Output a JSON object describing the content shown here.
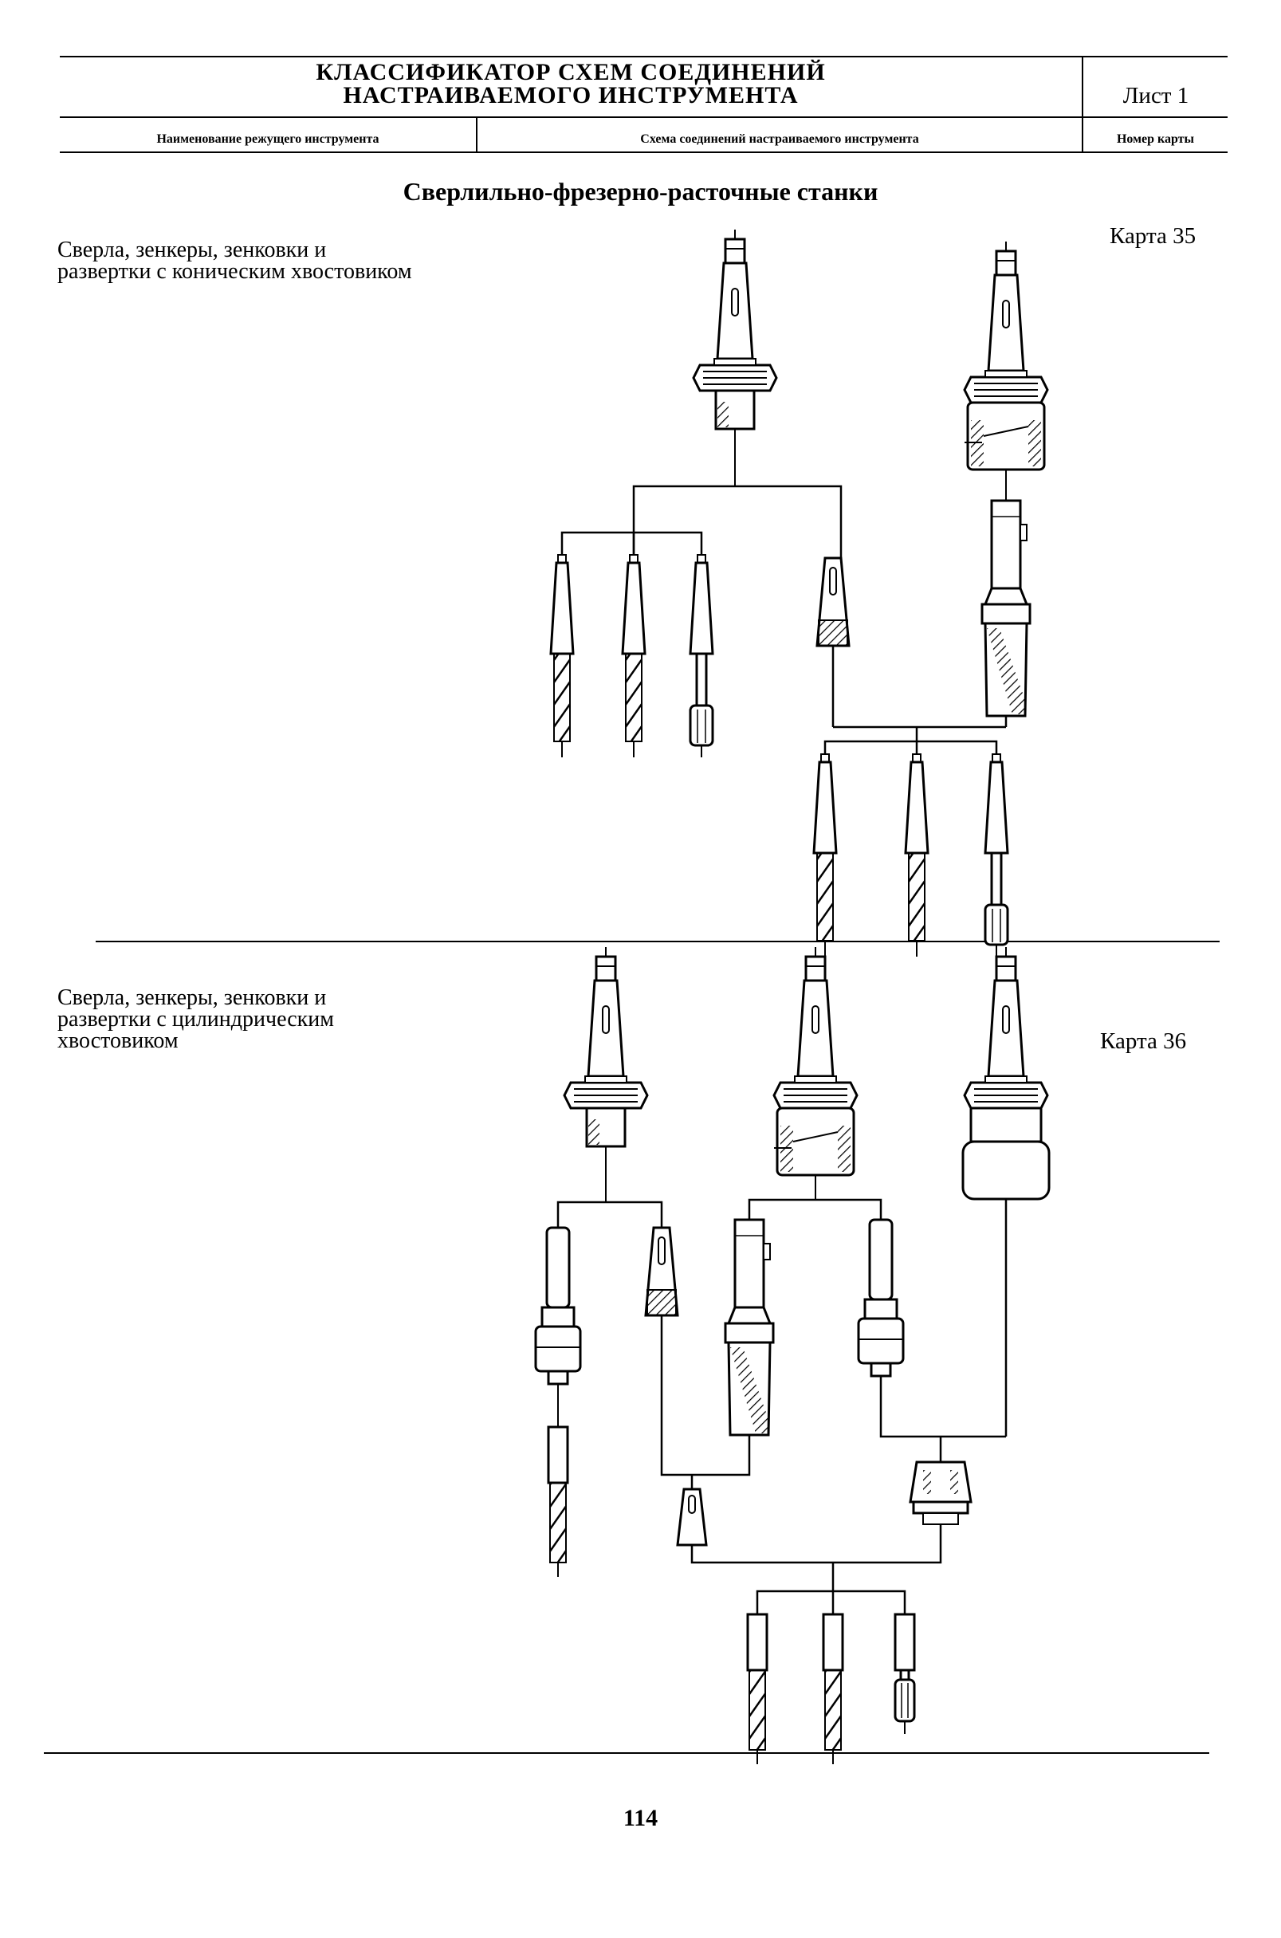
{
  "header": {
    "title_line1": "КЛАССИФИКАТОР СХЕМ СОЕДИНЕНИЙ",
    "title_line2": "НАСТРАИВАЕМОГО ИНСТРУМЕНТА",
    "sheet_label": "Лист 1",
    "col_tool_name": "Наименование режущего инструмента",
    "col_scheme": "Схема соединений настраиваемого инструмента",
    "col_card_no": "Номер карты"
  },
  "section_title": "Сверлильно-фрезерно-расточные станки",
  "cards": [
    {
      "description_line1": "Сверла, зенкеры, зенковки и",
      "description_line2": "развертки с коническим хвостовиком",
      "card_label": "Карта 35"
    },
    {
      "description_line1": "Сверла, зенкеры, зенковки и",
      "description_line2": "развертки с цилиндрическим",
      "description_line3": "хвостовиком",
      "card_label": "Карта 36"
    }
  ],
  "page_number": "114"
}
